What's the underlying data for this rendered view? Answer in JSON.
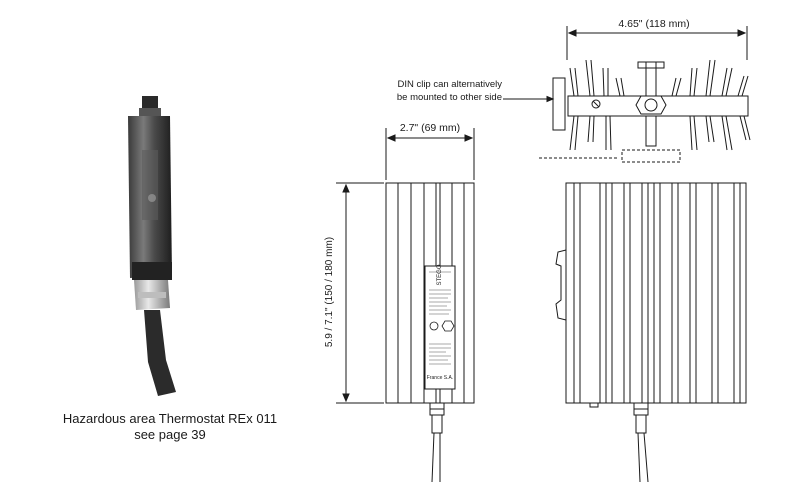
{
  "thermostat_caption": {
    "line1": "Hazardous area Thermostat REx 011",
    "line2": "see page 39"
  },
  "dimensions": {
    "width_top": "4.65\" (118 mm)",
    "width_front": "2.7\" (69 mm)",
    "height_front": "5.9 / 7.1\" (150 / 180 mm)"
  },
  "din_note": {
    "line1": "DIN clip can alternatively",
    "line2": "be mounted to other side"
  },
  "nameplate": {
    "brand": "STEGO",
    "country": "France S.A."
  }
}
